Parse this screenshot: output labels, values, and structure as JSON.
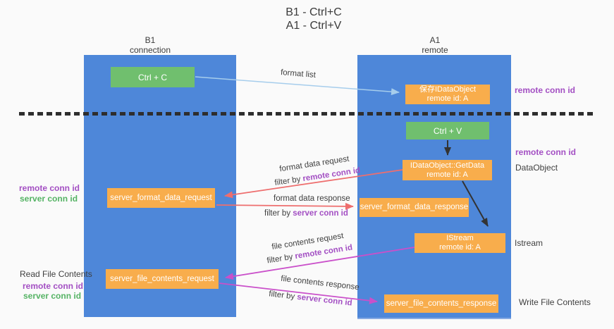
{
  "title": {
    "line1": "B1 - Ctrl+C",
    "line2": "A1 - Ctrl+V"
  },
  "columns": {
    "left": {
      "name": "B1",
      "role": "connection"
    },
    "right": {
      "name": "A1",
      "role": "remote"
    }
  },
  "boxes": {
    "ctrl_c": {
      "label": "Ctrl + C"
    },
    "saved_idataobject": {
      "line1": "保存IDataObject",
      "line2": "remote id: A"
    },
    "ctrl_v": {
      "label": "Ctrl + V"
    },
    "getdata": {
      "line1": "IDataObject::GetData",
      "line2": "remote id: A"
    },
    "server_format_data_request": {
      "label": "server_format_data_request"
    },
    "server_format_data_response": {
      "label": "server_format_data_response"
    },
    "istream": {
      "line1": "IStream",
      "line2": "remote id: A"
    },
    "server_file_contents_request": {
      "label": "server_file_contents_request"
    },
    "server_file_contents_response": {
      "label": "server_file_contents_response"
    }
  },
  "messages": {
    "format_list": {
      "label": "format list"
    },
    "format_data_request": {
      "label": "format data request",
      "filter_prefix": "filter by ",
      "filter_key": "remote conn id"
    },
    "format_data_response": {
      "label": "format data response",
      "filter_prefix": "filter by ",
      "filter_key": "server conn id"
    },
    "file_contents_request": {
      "label": "file contents request",
      "filter_prefix": "filter by ",
      "filter_key": "remote conn id"
    },
    "file_contents_response": {
      "label": "file contents response",
      "filter_prefix": "filter by ",
      "filter_key": "server conn id"
    }
  },
  "annotations": {
    "remote_conn_id_top": "remote conn id",
    "remote_conn_id_mid": "remote conn id",
    "dataobject": "DataObject",
    "istream": "Istream",
    "write_file_contents": "Write File Contents",
    "read_file_contents": "Read File Contents",
    "format_remote_conn_id": "remote conn id",
    "format_server_conn_id": "server conn id",
    "file_remote_conn_id": "remote conn id",
    "file_server_conn_id": "server conn id"
  },
  "colors": {
    "lifeline_blue": "#4e87d9",
    "node_orange": "#f8ad4c",
    "node_green": "#70bf6e",
    "purple_text": "#a34fc3",
    "green_text": "#55b364",
    "arrow_light_blue": "#a6cdec",
    "arrow_red": "#ee6e6e",
    "arrow_magenta": "#ca50ca",
    "arrow_black": "#333333",
    "background": "#fafafa"
  }
}
